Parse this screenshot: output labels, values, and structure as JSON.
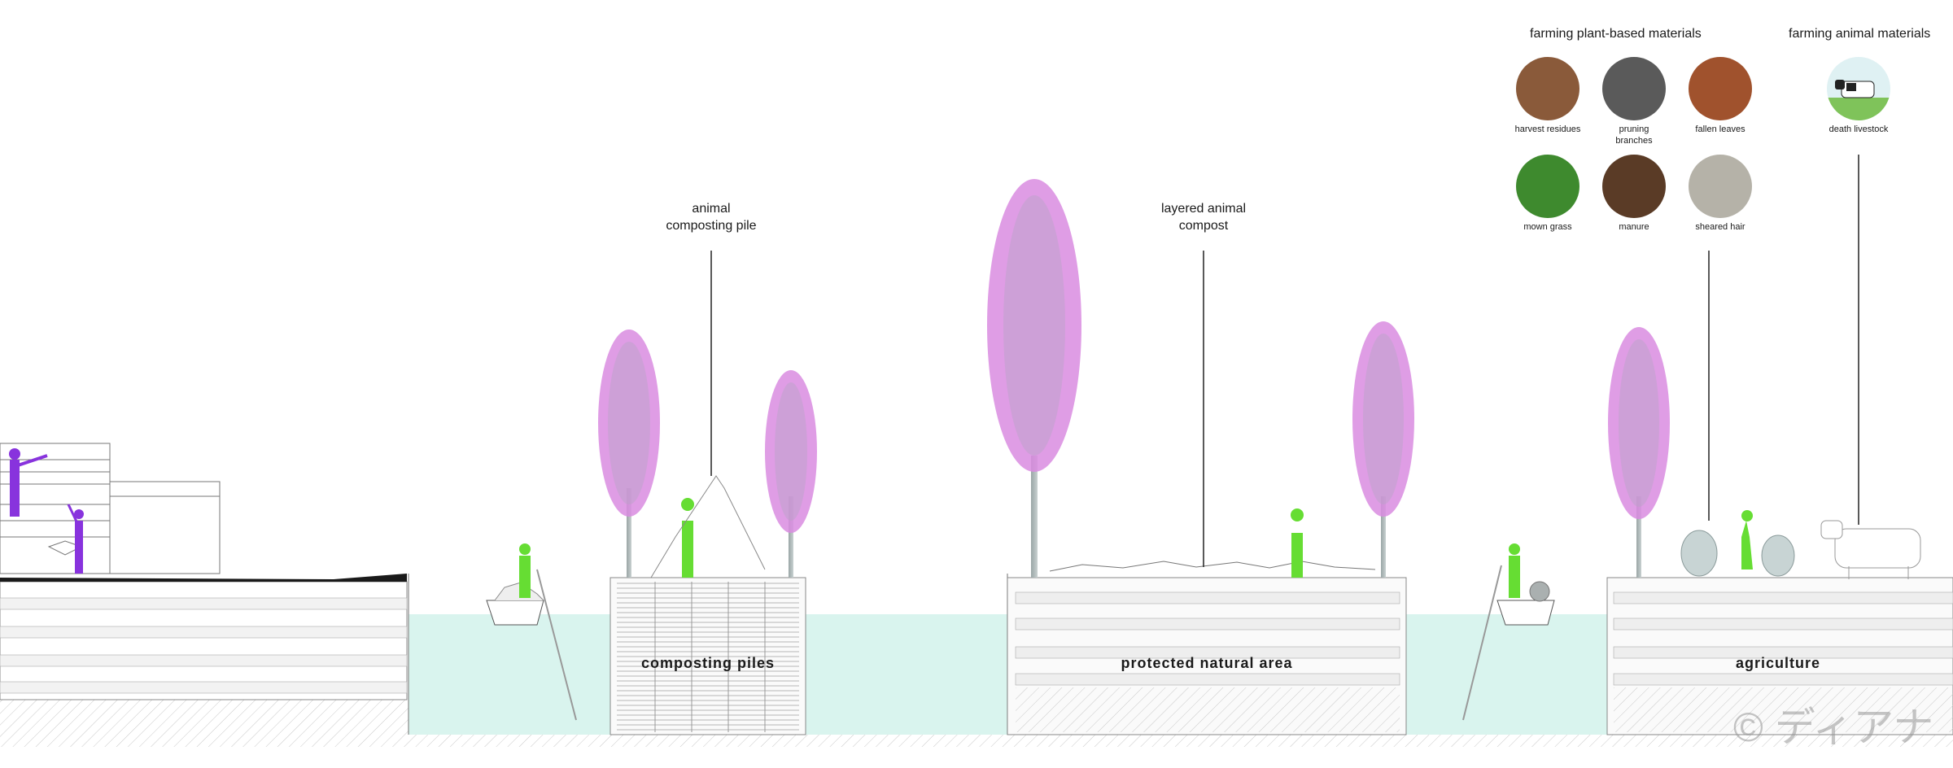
{
  "callouts": {
    "animal_pile": "animal\ncomposting pile",
    "layered": "layered animal\ncompost"
  },
  "headers": {
    "plant": "farming plant-based materials",
    "animal": "farming animal materials"
  },
  "materials": {
    "plant": [
      {
        "label": "harvest residues",
        "icon": "harvest-residues-photo",
        "color": "#8a5a3a"
      },
      {
        "label": "pruning\nbranches",
        "icon": "pruning-branches-photo",
        "color": "#5a5a5a"
      },
      {
        "label": "fallen leaves",
        "icon": "fallen-leaves-photo",
        "color": "#a0522d"
      },
      {
        "label": "mown grass",
        "icon": "mown-grass-photo",
        "color": "#3e8a2e"
      },
      {
        "label": "manure",
        "icon": "manure-photo",
        "color": "#5a3b26"
      },
      {
        "label": "sheared hair",
        "icon": "sheared-hair-photo",
        "color": "#b5b2a8"
      }
    ],
    "animal": [
      {
        "label": "death livestock",
        "icon": "cow-photo",
        "color": "#7fc35a"
      }
    ]
  },
  "zones": {
    "composting": "composting piles",
    "protected": "protected natural area",
    "agriculture": "agriculture"
  },
  "watermark": "© ディアナ",
  "colors": {
    "water": "#d9f4ee",
    "tree_bloom": "#d98ce0",
    "figure_green": "#66dd33",
    "figure_purple": "#8833dd",
    "line": "#222222"
  }
}
